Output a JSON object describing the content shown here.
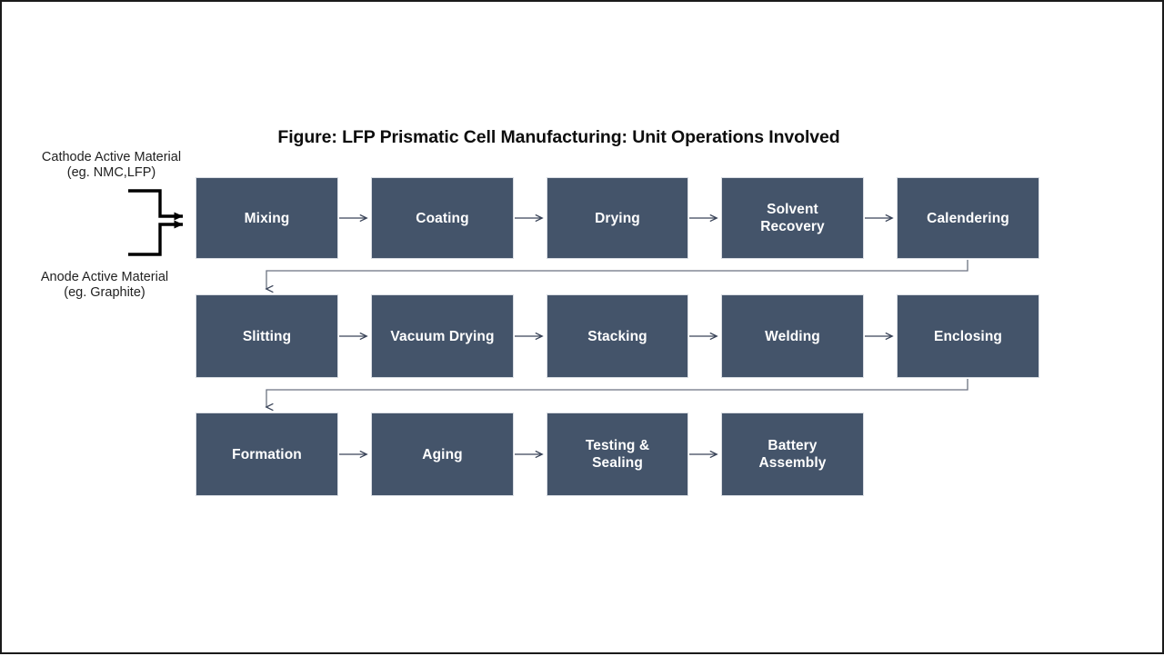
{
  "figure": {
    "title": "Figure: LFP Prismatic Cell Manufacturing: Unit Operations Involved",
    "box_color": "#44546A",
    "box_text_color": "#ffffff",
    "connector_color": "#3b4559",
    "feed_arrow_color": "#000000",
    "background": "#ffffff"
  },
  "inputs": [
    {
      "name": "cathode-feed",
      "label": "Cathode Active Material\n(eg. NMC,LFP)"
    },
    {
      "name": "anode-feed",
      "label": "Anode Active Material\n(eg. Graphite)"
    }
  ],
  "rows": [
    {
      "name": "row-1",
      "steps": [
        {
          "name": "mixing",
          "label": "Mixing"
        },
        {
          "name": "coating",
          "label": "Coating"
        },
        {
          "name": "drying",
          "label": "Drying"
        },
        {
          "name": "solvent-recovery",
          "label": "Solvent\nRecovery"
        },
        {
          "name": "calendering",
          "label": "Calendering"
        }
      ]
    },
    {
      "name": "row-2",
      "steps": [
        {
          "name": "slitting",
          "label": "Slitting"
        },
        {
          "name": "vacuum-drying",
          "label": "Vacuum Drying"
        },
        {
          "name": "stacking",
          "label": "Stacking"
        },
        {
          "name": "welding",
          "label": "Welding"
        },
        {
          "name": "enclosing",
          "label": "Enclosing"
        }
      ]
    },
    {
      "name": "row-3",
      "steps": [
        {
          "name": "formation",
          "label": "Formation"
        },
        {
          "name": "aging",
          "label": "Aging"
        },
        {
          "name": "testing-sealing",
          "label": "Testing &\nSealing"
        },
        {
          "name": "battery-assembly",
          "label": "Battery\nAssembly"
        }
      ]
    }
  ]
}
